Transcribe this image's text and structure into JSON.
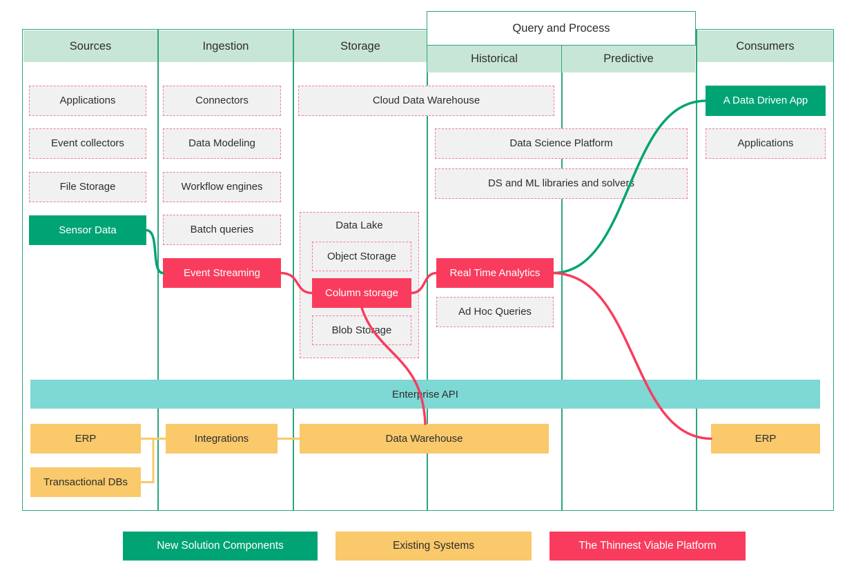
{
  "colors": {
    "green": "#00A474",
    "header_green": "#C8E6D6",
    "frame_green": "#2BA47D",
    "red": "#F93C5D",
    "dash_red": "#F17E90",
    "yellow": "#F9C96B",
    "teal": "#7ED8D4",
    "gray_fill": "#F1F1F1",
    "text": "#2D2D2D"
  },
  "headers": {
    "sources": "Sources",
    "ingestion": "Ingestion",
    "storage": "Storage",
    "query_process": "Query and Process",
    "historical": "Historical",
    "predictive": "Predictive",
    "consumers": "Consumers"
  },
  "sources": {
    "applications": "Applications",
    "event_collectors": "Event collectors",
    "file_storage": "File Storage",
    "sensor_data": "Sensor Data"
  },
  "ingestion": {
    "connectors": "Connectors",
    "data_modeling": "Data Modeling",
    "workflow_engines": "Workflow engines",
    "batch_queries": "Batch queries",
    "event_streaming": "Event Streaming"
  },
  "storage": {
    "cloud_data_warehouse": "Cloud Data Warehouse",
    "data_lake": "Data Lake",
    "object_storage": "Object Storage",
    "column_storage": "Column storage",
    "blob_storage": "Blob Storage"
  },
  "query": {
    "data_science_platform": "Data Science Platform",
    "ds_ml_libraries": "DS and ML libraries and solvers",
    "real_time_analytics": "Real Time Analytics",
    "ad_hoc_queries": "Ad Hoc Queries"
  },
  "consumers": {
    "data_driven_app": "A Data Driven App",
    "applications": "Applications",
    "erp": "ERP"
  },
  "middleware": {
    "enterprise_api": "Enterprise API"
  },
  "existing": {
    "erp": "ERP",
    "transactional_dbs": "Transactional DBs",
    "integrations": "Integrations",
    "data_warehouse": "Data Warehouse"
  },
  "legend": {
    "new_solution_components": "New Solution Components",
    "existing_systems": "Existing Systems",
    "thinnest_viable_platform": "The Thinnest Viable Platform"
  }
}
